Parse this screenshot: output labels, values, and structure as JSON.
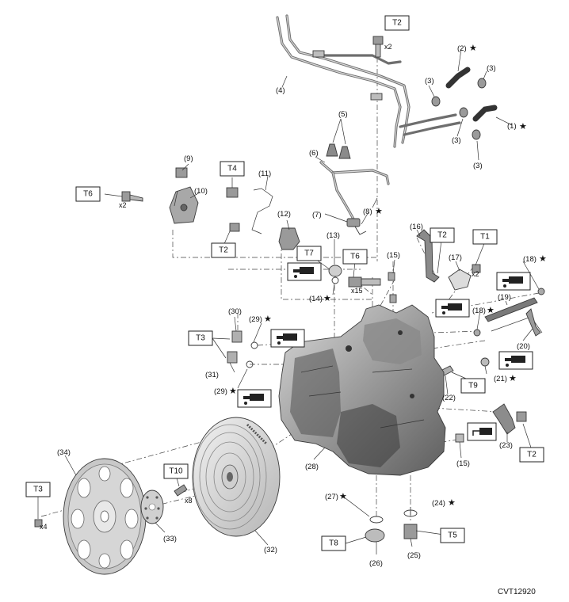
{
  "figure": {
    "code": "CVT12920",
    "star_symbol": "★",
    "torque_labels": [
      "T1",
      "T2",
      "T3",
      "T4",
      "T5",
      "T6",
      "T7",
      "T8",
      "T9",
      "T10"
    ],
    "callouts": {
      "p1": "(1)",
      "p2": "(2)",
      "p3": "(3)",
      "p4": "(4)",
      "p5": "(5)",
      "p6": "(6)",
      "p7": "(7)",
      "p8": "(8)",
      "p9": "(9)",
      "p10": "(10)",
      "p11": "(11)",
      "p12": "(12)",
      "p13": "(13)",
      "p14": "(14)",
      "p15": "(15)",
      "p16": "(16)",
      "p17": "(17)",
      "p18": "(18)",
      "p19": "(19)",
      "p20": "(20)",
      "p21": "(21)",
      "p22": "(22)",
      "p23": "(23)",
      "p24": "(24)",
      "p25": "(25)",
      "p26": "(26)",
      "p27": "(27)",
      "p28": "(28)",
      "p29": "(29)",
      "p30": "(30)",
      "p31": "(31)",
      "p32": "(32)",
      "p33": "(33)",
      "p34": "(34)"
    },
    "quantities": {
      "x2": "x2",
      "x4": "x4",
      "x8": "x8",
      "x15": "x15"
    }
  }
}
